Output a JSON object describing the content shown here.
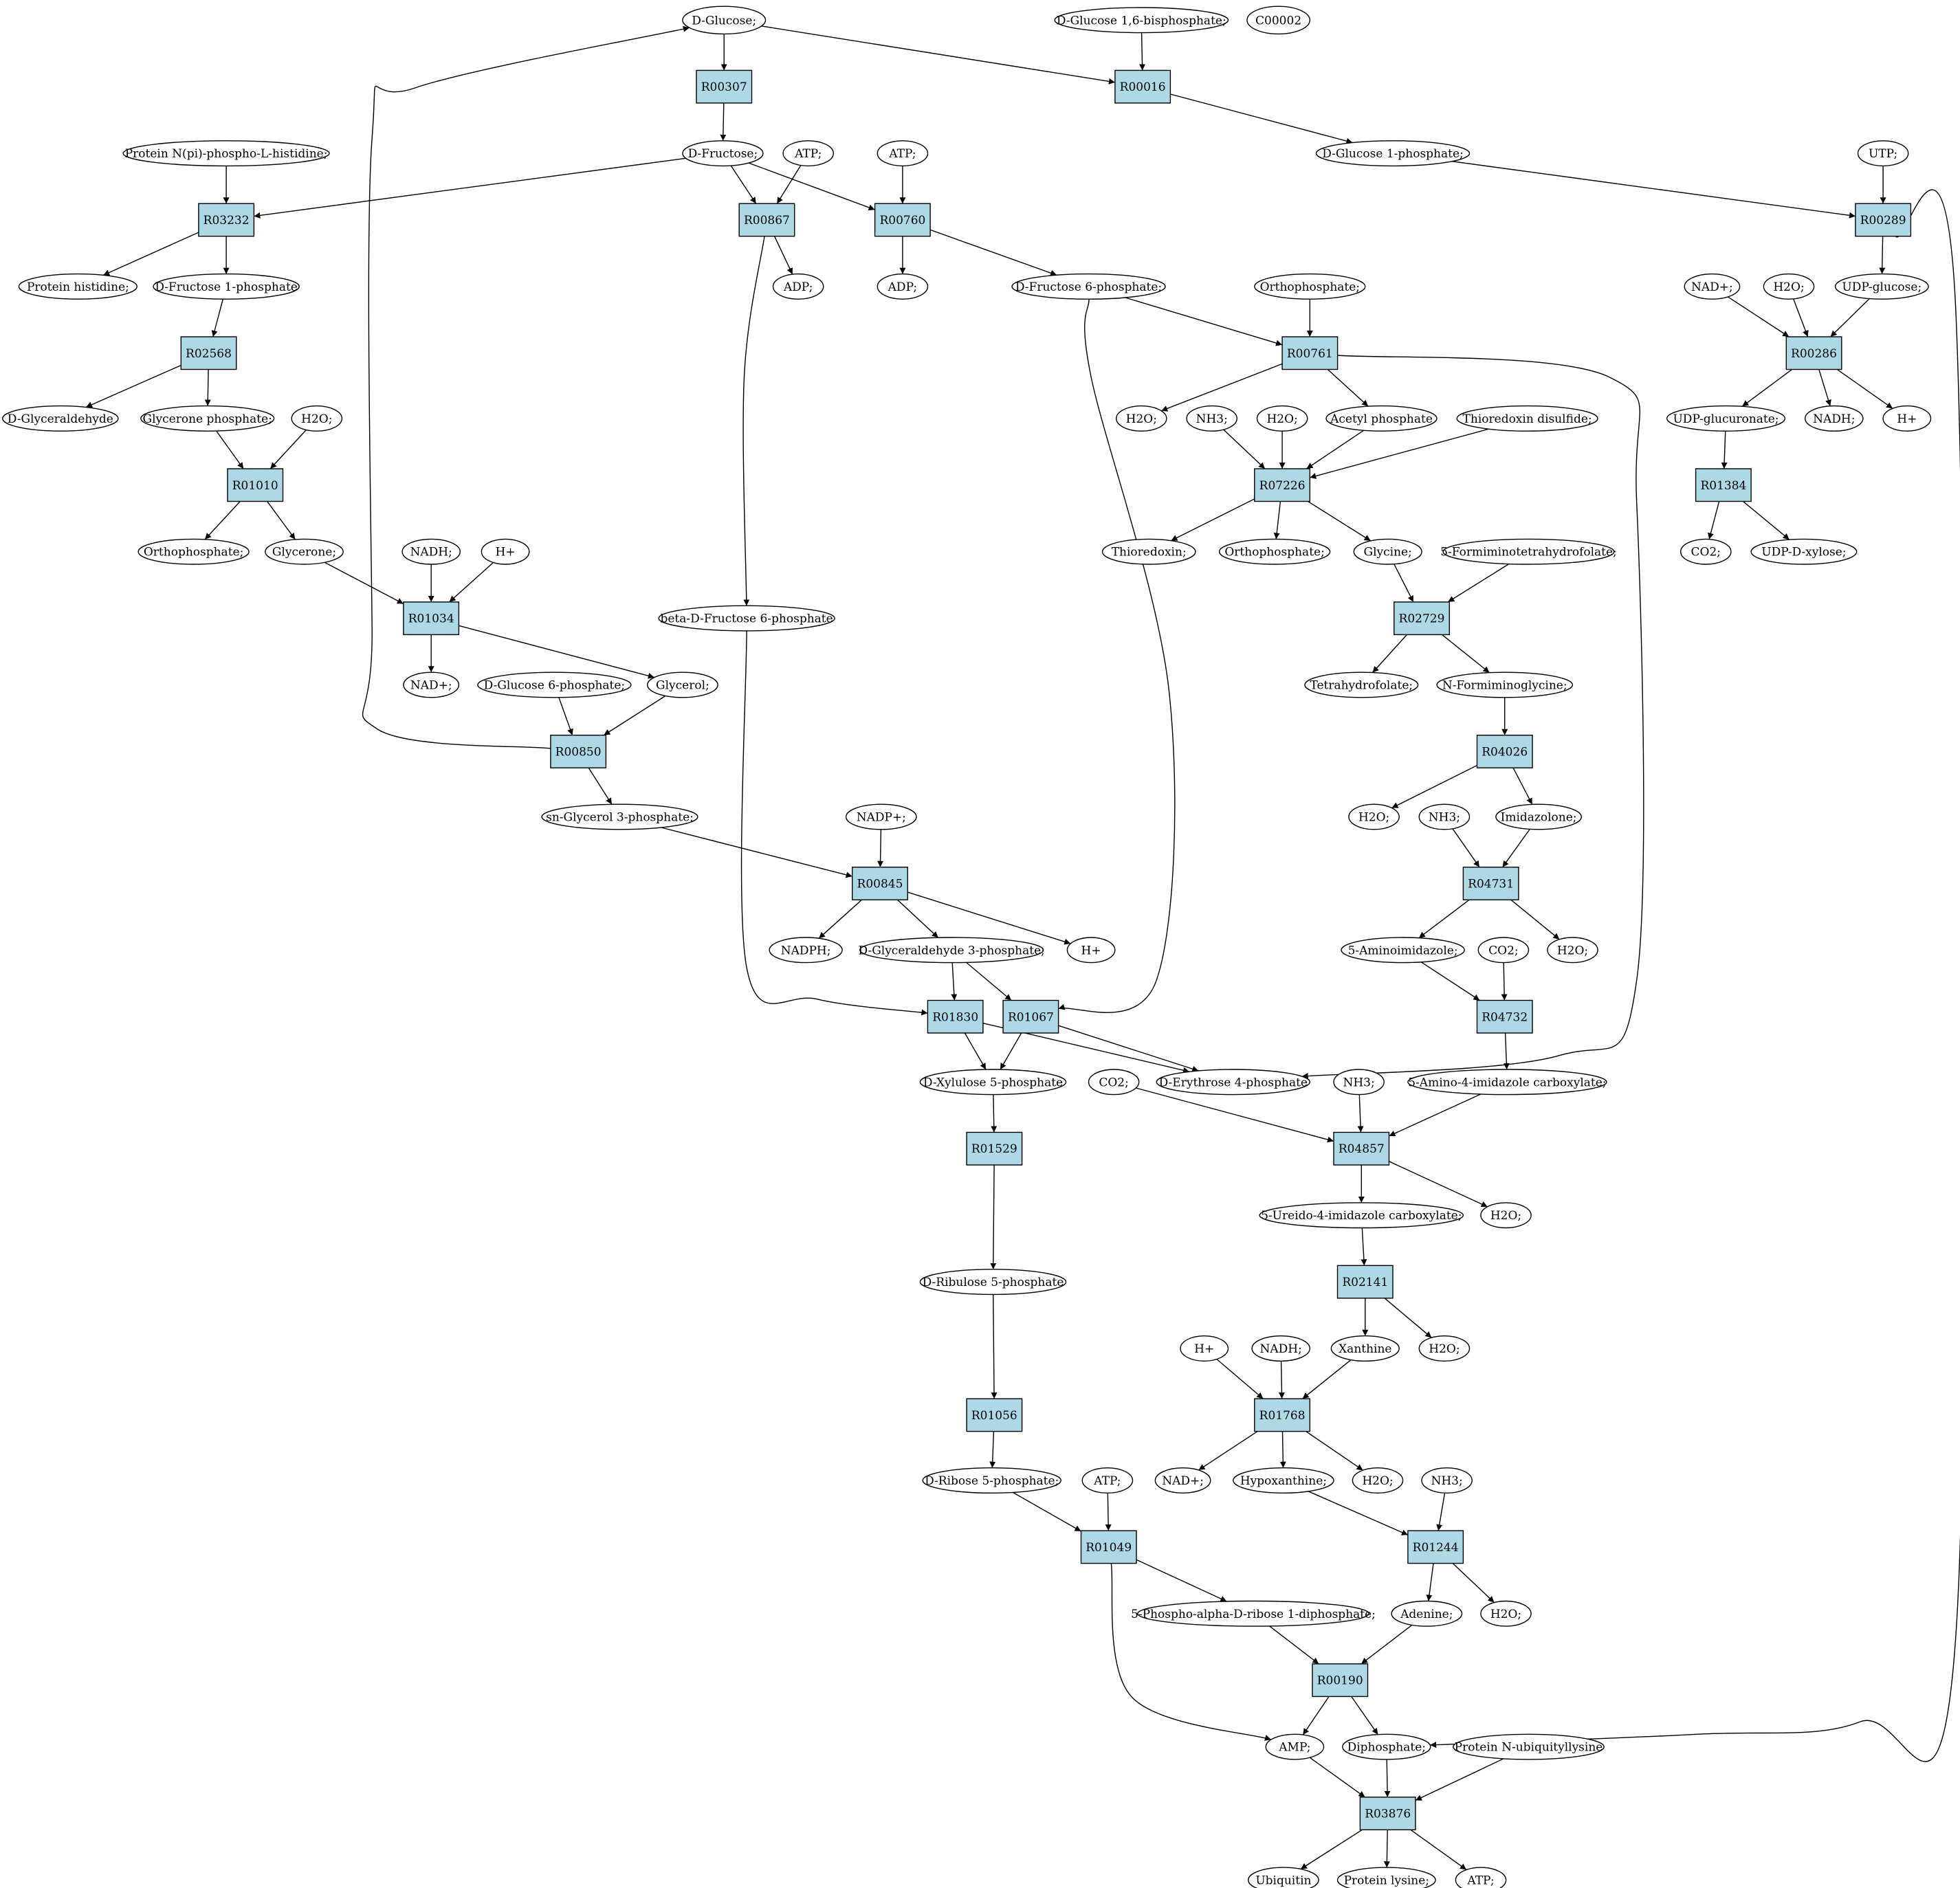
{
  "colors": {
    "reaction_fill": "#add8e6",
    "start_fill": "#00ff00",
    "highlight_fill": "#ffff00",
    "compound_fill": "#ffffff"
  },
  "nodes": [
    {
      "id": "c_dglucose",
      "label": "D-Glucose;",
      "kind": "compound",
      "fill": "start"
    },
    {
      "id": "c_g16bp",
      "label": "D-Glucose 1,6-bisphosphate;",
      "kind": "compound"
    },
    {
      "id": "c_c00002",
      "label": "C00002",
      "kind": "compound",
      "fill": "highlight"
    },
    {
      "id": "r_R00307",
      "label": "R00307",
      "kind": "reaction"
    },
    {
      "id": "r_R00016",
      "label": "R00016",
      "kind": "reaction"
    },
    {
      "id": "c_pnpih",
      "label": "Protein N(pi)-phospho-L-histidine;",
      "kind": "compound"
    },
    {
      "id": "c_dfru",
      "label": "D-Fructose;",
      "kind": "compound"
    },
    {
      "id": "c_atp1",
      "label": "ATP;",
      "kind": "compound"
    },
    {
      "id": "c_atp2",
      "label": "ATP;",
      "kind": "compound"
    },
    {
      "id": "c_g1p",
      "label": "D-Glucose 1-phosphate;",
      "kind": "compound"
    },
    {
      "id": "c_utp",
      "label": "UTP;",
      "kind": "compound"
    },
    {
      "id": "r_R03232",
      "label": "R03232",
      "kind": "reaction"
    },
    {
      "id": "r_R00867",
      "label": "R00867",
      "kind": "reaction"
    },
    {
      "id": "r_R00760",
      "label": "R00760",
      "kind": "reaction"
    },
    {
      "id": "r_R00289",
      "label": "R00289",
      "kind": "reaction"
    },
    {
      "id": "c_protHis",
      "label": "Protein histidine;",
      "kind": "compound"
    },
    {
      "id": "c_f1p",
      "label": "D-Fructose 1-phosphate",
      "kind": "compound"
    },
    {
      "id": "c_adp1",
      "label": "ADP;",
      "kind": "compound"
    },
    {
      "id": "c_adp2",
      "label": "ADP;",
      "kind": "compound"
    },
    {
      "id": "c_f6p",
      "label": "D-Fructose 6-phosphate;",
      "kind": "compound"
    },
    {
      "id": "c_pi1",
      "label": "Orthophosphate;",
      "kind": "compound"
    },
    {
      "id": "c_nadp1",
      "label": "NAD+;",
      "kind": "compound"
    },
    {
      "id": "c_h2o1",
      "label": "H2O;",
      "kind": "compound"
    },
    {
      "id": "c_udpglc",
      "label": "UDP-glucose;",
      "kind": "compound"
    },
    {
      "id": "r_R02568",
      "label": "R02568",
      "kind": "reaction"
    },
    {
      "id": "r_R00761",
      "label": "R00761",
      "kind": "reaction"
    },
    {
      "id": "r_R00286",
      "label": "R00286",
      "kind": "reaction"
    },
    {
      "id": "c_dgla",
      "label": "D-Glyceraldehyde",
      "kind": "compound"
    },
    {
      "id": "c_glyp",
      "label": "Glycerone phosphate;",
      "kind": "compound"
    },
    {
      "id": "c_h2o2",
      "label": "H2O;",
      "kind": "compound"
    },
    {
      "id": "c_h2o3",
      "label": "H2O;",
      "kind": "compound"
    },
    {
      "id": "c_nh3a",
      "label": "NH3;",
      "kind": "compound"
    },
    {
      "id": "c_h2o4",
      "label": "H2O;",
      "kind": "compound"
    },
    {
      "id": "c_acp",
      "label": "Acetyl phosphate",
      "kind": "compound"
    },
    {
      "id": "c_trxds",
      "label": "Thioredoxin disulfide;",
      "kind": "compound"
    },
    {
      "id": "c_udpgcn",
      "label": "UDP-glucuronate;",
      "kind": "compound"
    },
    {
      "id": "c_nadh1",
      "label": "NADH;",
      "kind": "compound"
    },
    {
      "id": "c_hp1",
      "label": "H+",
      "kind": "compound"
    },
    {
      "id": "r_R01010",
      "label": "R01010",
      "kind": "reaction"
    },
    {
      "id": "r_R07226",
      "label": "R07226",
      "kind": "reaction"
    },
    {
      "id": "r_R01384",
      "label": "R01384",
      "kind": "reaction"
    },
    {
      "id": "c_pi2",
      "label": "Orthophosphate;",
      "kind": "compound"
    },
    {
      "id": "c_glyc",
      "label": "Glycerone;",
      "kind": "compound"
    },
    {
      "id": "c_nadh2",
      "label": "NADH;",
      "kind": "compound"
    },
    {
      "id": "c_hp2",
      "label": "H+",
      "kind": "compound"
    },
    {
      "id": "c_trx",
      "label": "Thioredoxin;",
      "kind": "compound"
    },
    {
      "id": "c_pi3",
      "label": "Orthophosphate;",
      "kind": "compound"
    },
    {
      "id": "c_gly",
      "label": "Glycine;",
      "kind": "compound"
    },
    {
      "id": "c_fthf",
      "label": "5-Formiminotetrahydrofolate;",
      "kind": "compound"
    },
    {
      "id": "c_co2a",
      "label": "CO2;",
      "kind": "compound"
    },
    {
      "id": "c_udpxyl",
      "label": "UDP-D-xylose;",
      "kind": "compound"
    },
    {
      "id": "r_R01034",
      "label": "R01034",
      "kind": "reaction"
    },
    {
      "id": "c_bf6p",
      "label": "beta-D-Fructose 6-phosphate",
      "kind": "compound"
    },
    {
      "id": "r_R02729",
      "label": "R02729",
      "kind": "reaction"
    },
    {
      "id": "c_nad2",
      "label": "NAD+;",
      "kind": "compound"
    },
    {
      "id": "c_g6p",
      "label": "D-Glucose 6-phosphate;",
      "kind": "compound"
    },
    {
      "id": "c_glycerol",
      "label": "Glycerol;",
      "kind": "compound"
    },
    {
      "id": "c_thf",
      "label": "Tetrahydrofolate;",
      "kind": "compound"
    },
    {
      "id": "c_nfg",
      "label": "N-Formiminoglycine;",
      "kind": "compound"
    },
    {
      "id": "r_R00850",
      "label": "R00850",
      "kind": "reaction"
    },
    {
      "id": "r_R04026",
      "label": "R04026",
      "kind": "reaction"
    },
    {
      "id": "c_g3p",
      "label": "sn-Glycerol 3-phosphate;",
      "kind": "compound"
    },
    {
      "id": "c_nadpplus",
      "label": "NADP+;",
      "kind": "compound"
    },
    {
      "id": "c_h2o5",
      "label": "H2O;",
      "kind": "compound"
    },
    {
      "id": "c_nh3b",
      "label": "NH3;",
      "kind": "compound"
    },
    {
      "id": "c_imid",
      "label": "Imidazolone;",
      "kind": "compound"
    },
    {
      "id": "r_R00845",
      "label": "R00845",
      "kind": "reaction"
    },
    {
      "id": "r_R04731",
      "label": "R04731",
      "kind": "reaction"
    },
    {
      "id": "c_nadph",
      "label": "NADPH;",
      "kind": "compound"
    },
    {
      "id": "c_gap",
      "label": "D-Glyceraldehyde 3-phosphate;",
      "kind": "compound"
    },
    {
      "id": "c_hp3",
      "label": "H+",
      "kind": "compound"
    },
    {
      "id": "c_aimid",
      "label": "5-Aminoimidazole;",
      "kind": "compound"
    },
    {
      "id": "c_co2b",
      "label": "CO2;",
      "kind": "compound"
    },
    {
      "id": "c_h2o6",
      "label": "H2O;",
      "kind": "compound"
    },
    {
      "id": "r_R01830",
      "label": "R01830",
      "kind": "reaction"
    },
    {
      "id": "r_R01067",
      "label": "R01067",
      "kind": "reaction"
    },
    {
      "id": "r_R04732",
      "label": "R04732",
      "kind": "reaction"
    },
    {
      "id": "c_xu5p",
      "label": "D-Xylulose 5-phosphate",
      "kind": "compound"
    },
    {
      "id": "c_co2c",
      "label": "CO2;",
      "kind": "compound"
    },
    {
      "id": "c_e4p",
      "label": "D-Erythrose 4-phosphate",
      "kind": "compound"
    },
    {
      "id": "c_nh3c",
      "label": "NH3;",
      "kind": "compound"
    },
    {
      "id": "c_aic",
      "label": "5-Amino-4-imidazole carboxylate;",
      "kind": "compound"
    },
    {
      "id": "r_R01529",
      "label": "R01529",
      "kind": "reaction"
    },
    {
      "id": "r_R04857",
      "label": "R04857",
      "kind": "reaction"
    },
    {
      "id": "c_uic",
      "label": "5-Ureido-4-imidazole carboxylate;",
      "kind": "compound"
    },
    {
      "id": "c_h2o7",
      "label": "H2O;",
      "kind": "compound"
    },
    {
      "id": "c_ru5p",
      "label": "D-Ribulose 5-phosphate",
      "kind": "compound"
    },
    {
      "id": "r_R02141",
      "label": "R02141",
      "kind": "reaction"
    },
    {
      "id": "c_hp4",
      "label": "H+",
      "kind": "compound"
    },
    {
      "id": "c_nadh3",
      "label": "NADH;",
      "kind": "compound"
    },
    {
      "id": "c_xan",
      "label": "Xanthine",
      "kind": "compound"
    },
    {
      "id": "c_h2o8",
      "label": "H2O;",
      "kind": "compound"
    },
    {
      "id": "r_R01056",
      "label": "R01056",
      "kind": "reaction"
    },
    {
      "id": "r_R01768",
      "label": "R01768",
      "kind": "reaction"
    },
    {
      "id": "c_r5p",
      "label": "D-Ribose 5-phosphate;",
      "kind": "compound"
    },
    {
      "id": "c_atp3",
      "label": "ATP;",
      "kind": "compound"
    },
    {
      "id": "c_nad3",
      "label": "NAD+;",
      "kind": "compound"
    },
    {
      "id": "c_hyp",
      "label": "Hypoxanthine;",
      "kind": "compound"
    },
    {
      "id": "c_h2o9",
      "label": "H2O;",
      "kind": "compound"
    },
    {
      "id": "c_nh3d",
      "label": "NH3;",
      "kind": "compound"
    },
    {
      "id": "r_R01049",
      "label": "R01049",
      "kind": "reaction"
    },
    {
      "id": "r_R01244",
      "label": "R01244",
      "kind": "reaction"
    },
    {
      "id": "c_prpp",
      "label": "5-Phospho-alpha-D-ribose 1-diphosphate;",
      "kind": "compound"
    },
    {
      "id": "c_ade",
      "label": "Adenine;",
      "kind": "compound"
    },
    {
      "id": "c_h2o10",
      "label": "H2O;",
      "kind": "compound"
    },
    {
      "id": "r_R00190",
      "label": "R00190",
      "kind": "reaction"
    },
    {
      "id": "c_amp",
      "label": "AMP;",
      "kind": "compound"
    },
    {
      "id": "c_ppi",
      "label": "Diphosphate;",
      "kind": "compound"
    },
    {
      "id": "c_pnul",
      "label": "Protein N-ubiquityllysine",
      "kind": "compound"
    },
    {
      "id": "r_R03876",
      "label": "R03876",
      "kind": "reaction"
    },
    {
      "id": "c_ubq",
      "label": "Ubiquitin",
      "kind": "compound"
    },
    {
      "id": "c_plys",
      "label": "Protein lysine;",
      "kind": "compound"
    },
    {
      "id": "c_atp4",
      "label": "ATP;",
      "kind": "compound"
    }
  ],
  "edges": [
    [
      "c_dglucose",
      "r_R00307"
    ],
    [
      "c_dglucose",
      "r_R00016"
    ],
    [
      "c_g16bp",
      "r_R00016"
    ],
    [
      "r_R00307",
      "c_dfru"
    ],
    [
      "r_R00016",
      "c_g1p"
    ],
    [
      "c_pnpih",
      "r_R03232"
    ],
    [
      "c_dfru",
      "r_R03232"
    ],
    [
      "c_dfru",
      "r_R00867"
    ],
    [
      "c_dfru",
      "r_R00760"
    ],
    [
      "c_atp1",
      "r_R00867"
    ],
    [
      "c_atp2",
      "r_R00760"
    ],
    [
      "c_g1p",
      "r_R00289"
    ],
    [
      "c_utp",
      "r_R00289"
    ],
    [
      "r_R03232",
      "c_protHis"
    ],
    [
      "r_R03232",
      "c_f1p"
    ],
    [
      "r_R00867",
      "c_adp1"
    ],
    [
      "r_R00760",
      "c_adp2"
    ],
    [
      "r_R00760",
      "c_f6p"
    ],
    [
      "r_R00289",
      "c_udpglc"
    ],
    [
      "c_f1p",
      "r_R02568"
    ],
    [
      "c_f6p",
      "r_R00761"
    ],
    [
      "c_pi1",
      "r_R00761"
    ],
    [
      "c_nadp1",
      "r_R00286"
    ],
    [
      "c_h2o1",
      "r_R00286"
    ],
    [
      "c_udpglc",
      "r_R00286"
    ],
    [
      "r_R02568",
      "c_dgla"
    ],
    [
      "r_R02568",
      "c_glyp"
    ],
    [
      "r_R00761",
      "c_h2o3"
    ],
    [
      "r_R00761",
      "c_acp"
    ],
    [
      "r_R00286",
      "c_udpgcn"
    ],
    [
      "r_R00286",
      "c_nadh1"
    ],
    [
      "r_R00286",
      "c_hp1"
    ],
    [
      "c_glyp",
      "r_R01010"
    ],
    [
      "c_h2o2",
      "r_R01010"
    ],
    [
      "c_nh3a",
      "r_R07226"
    ],
    [
      "c_h2o4",
      "r_R07226"
    ],
    [
      "c_acp",
      "r_R07226"
    ],
    [
      "c_trxds",
      "r_R07226"
    ],
    [
      "c_udpgcn",
      "r_R01384"
    ],
    [
      "r_R01010",
      "c_pi2"
    ],
    [
      "r_R01010",
      "c_glyc"
    ],
    [
      "r_R07226",
      "c_trx"
    ],
    [
      "r_R07226",
      "c_pi3"
    ],
    [
      "r_R07226",
      "c_gly"
    ],
    [
      "r_R01384",
      "c_co2a"
    ],
    [
      "r_R01384",
      "c_udpxyl"
    ],
    [
      "c_glyc",
      "r_R01034"
    ],
    [
      "c_nadh2",
      "r_R01034"
    ],
    [
      "c_hp2",
      "r_R01034"
    ],
    [
      "c_gly",
      "r_R02729"
    ],
    [
      "c_fthf",
      "r_R02729"
    ],
    [
      "r_R01034",
      "c_nad2"
    ],
    [
      "r_R01034",
      "c_glycerol"
    ],
    [
      "r_R02729",
      "c_thf"
    ],
    [
      "r_R02729",
      "c_nfg"
    ],
    [
      "c_g6p",
      "r_R00850"
    ],
    [
      "c_glycerol",
      "r_R00850"
    ],
    [
      "r_R00850",
      "c_g3p"
    ],
    [
      "c_nfg",
      "r_R04026"
    ],
    [
      "r_R04026",
      "c_h2o5"
    ],
    [
      "r_R04026",
      "c_imid"
    ],
    [
      "c_g3p",
      "r_R00845"
    ],
    [
      "c_nadpplus",
      "r_R00845"
    ],
    [
      "r_R00845",
      "c_nadph"
    ],
    [
      "r_R00845",
      "c_gap"
    ],
    [
      "r_R00845",
      "c_hp3"
    ],
    [
      "c_nh3b",
      "r_R04731"
    ],
    [
      "c_imid",
      "r_R04731"
    ],
    [
      "r_R04731",
      "c_aimid"
    ],
    [
      "r_R04731",
      "c_h2o6"
    ],
    [
      "c_gap",
      "r_R01830"
    ],
    [
      "c_gap",
      "r_R01067"
    ],
    [
      "c_aimid",
      "r_R04732"
    ],
    [
      "c_co2b",
      "r_R04732"
    ],
    [
      "r_R01830",
      "c_xu5p"
    ],
    [
      "r_R01830",
      "c_e4p"
    ],
    [
      "r_R01067",
      "c_xu5p"
    ],
    [
      "r_R01067",
      "c_e4p"
    ],
    [
      "r_R04732",
      "c_aic"
    ],
    [
      "c_xu5p",
      "r_R01529"
    ],
    [
      "c_co2c",
      "r_R04857"
    ],
    [
      "c_nh3c",
      "r_R04857"
    ],
    [
      "c_aic",
      "r_R04857"
    ],
    [
      "r_R04857",
      "c_uic"
    ],
    [
      "r_R04857",
      "c_h2o7"
    ],
    [
      "r_R01529",
      "c_ru5p"
    ],
    [
      "c_uic",
      "r_R02141"
    ],
    [
      "r_R02141",
      "c_xan"
    ],
    [
      "r_R02141",
      "c_h2o8"
    ],
    [
      "c_ru5p",
      "r_R01056"
    ],
    [
      "c_hp4",
      "r_R01768"
    ],
    [
      "c_nadh3",
      "r_R01768"
    ],
    [
      "c_xan",
      "r_R01768"
    ],
    [
      "r_R01056",
      "c_r5p"
    ],
    [
      "r_R01768",
      "c_nad3"
    ],
    [
      "r_R01768",
      "c_hyp"
    ],
    [
      "r_R01768",
      "c_h2o9"
    ],
    [
      "c_r5p",
      "r_R01049"
    ],
    [
      "c_atp3",
      "r_R01049"
    ],
    [
      "c_hyp",
      "r_R01244"
    ],
    [
      "c_nh3d",
      "r_R01244"
    ],
    [
      "r_R01049",
      "c_prpp"
    ],
    [
      "r_R01244",
      "c_ade"
    ],
    [
      "r_R01244",
      "c_h2o10"
    ],
    [
      "c_prpp",
      "r_R00190"
    ],
    [
      "c_ade",
      "r_R00190"
    ],
    [
      "r_R00190",
      "c_amp"
    ],
    [
      "r_R00190",
      "c_ppi"
    ],
    [
      "c_amp",
      "r_R03876"
    ],
    [
      "c_ppi",
      "r_R03876"
    ],
    [
      "c_pnul",
      "r_R03876"
    ],
    [
      "r_R03876",
      "c_ubq"
    ],
    [
      "r_R03876",
      "c_plys"
    ],
    [
      "r_R03876",
      "c_atp4"
    ]
  ],
  "curved_edges": [
    [
      "r_R00850",
      "c_dglucose"
    ],
    [
      "r_R00867",
      "c_bf6p"
    ],
    [
      "c_bf6p",
      "r_R01830"
    ],
    [
      "c_f6p",
      "r_R01067"
    ],
    [
      "r_R00761",
      "c_e4p"
    ],
    [
      "r_R00289",
      "c_ppi"
    ],
    [
      "r_R01049",
      "c_amp"
    ]
  ]
}
